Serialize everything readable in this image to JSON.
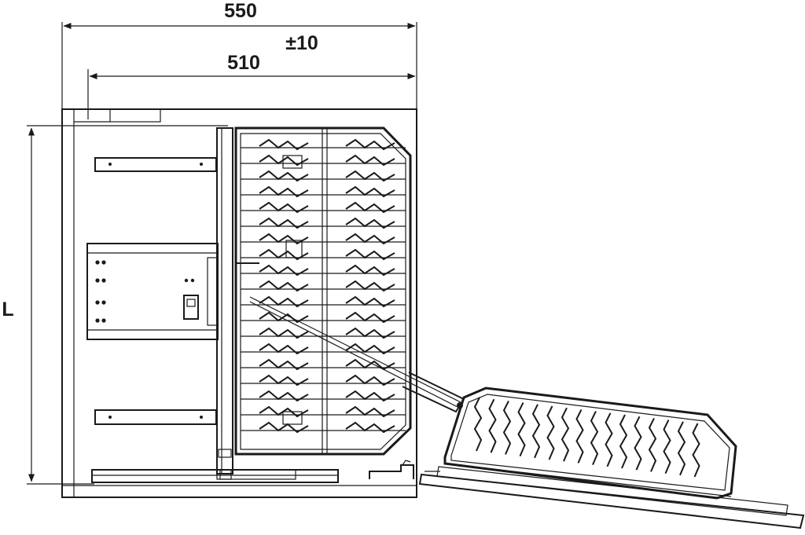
{
  "dimensions": {
    "overall_width": "550",
    "tolerance": "±10",
    "inner_width": "510",
    "depth_label": "L"
  },
  "colors": {
    "line": "#1a1a1a",
    "background": "#ffffff"
  }
}
